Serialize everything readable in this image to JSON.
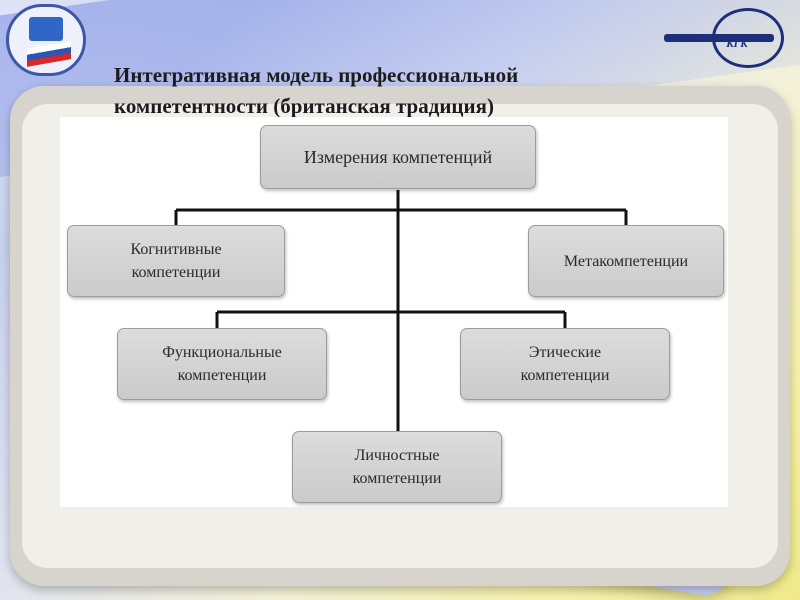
{
  "slide": {
    "title_line1": "Интегративная модель профессиональной",
    "title_line2": "компетентности (британская традиция)"
  },
  "logos": {
    "right_letters": "КГК"
  },
  "diagram": {
    "root": "Измерения компетенций",
    "nodes": {
      "cognitive": [
        "Когнитивные",
        "компетенции"
      ],
      "meta": [
        "Метакомпетенции"
      ],
      "functional": [
        "Функциональные",
        "компетенции"
      ],
      "ethical": [
        "Этические",
        "компетенции"
      ],
      "personal": [
        "Личностные",
        "компетенции"
      ]
    }
  },
  "colors": {
    "node_fill": "#d3d3d3",
    "connector": "#111111",
    "frame": "#d7d4cd"
  }
}
